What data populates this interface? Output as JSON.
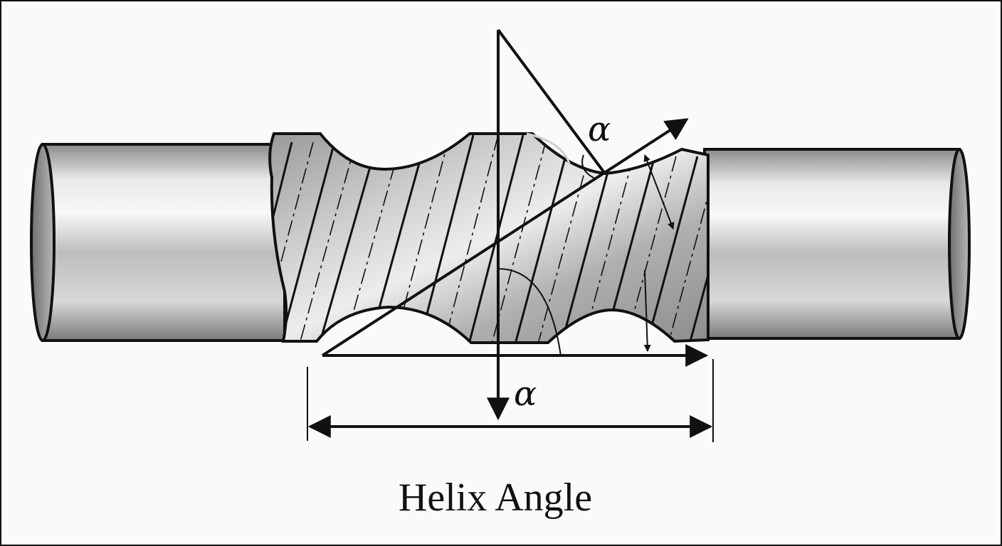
{
  "diagram": {
    "caption": "Helix Angle",
    "angle_label_top": "α",
    "angle_label_bottom": "α"
  },
  "colors": {
    "stroke": "#111111",
    "metal_light": "#f4f4f4",
    "metal_mid": "#bdbdbd",
    "metal_dark": "#7a7a7a",
    "background": "#fafafa"
  },
  "icons": {
    "arrowhead": "arrowhead-icon"
  }
}
